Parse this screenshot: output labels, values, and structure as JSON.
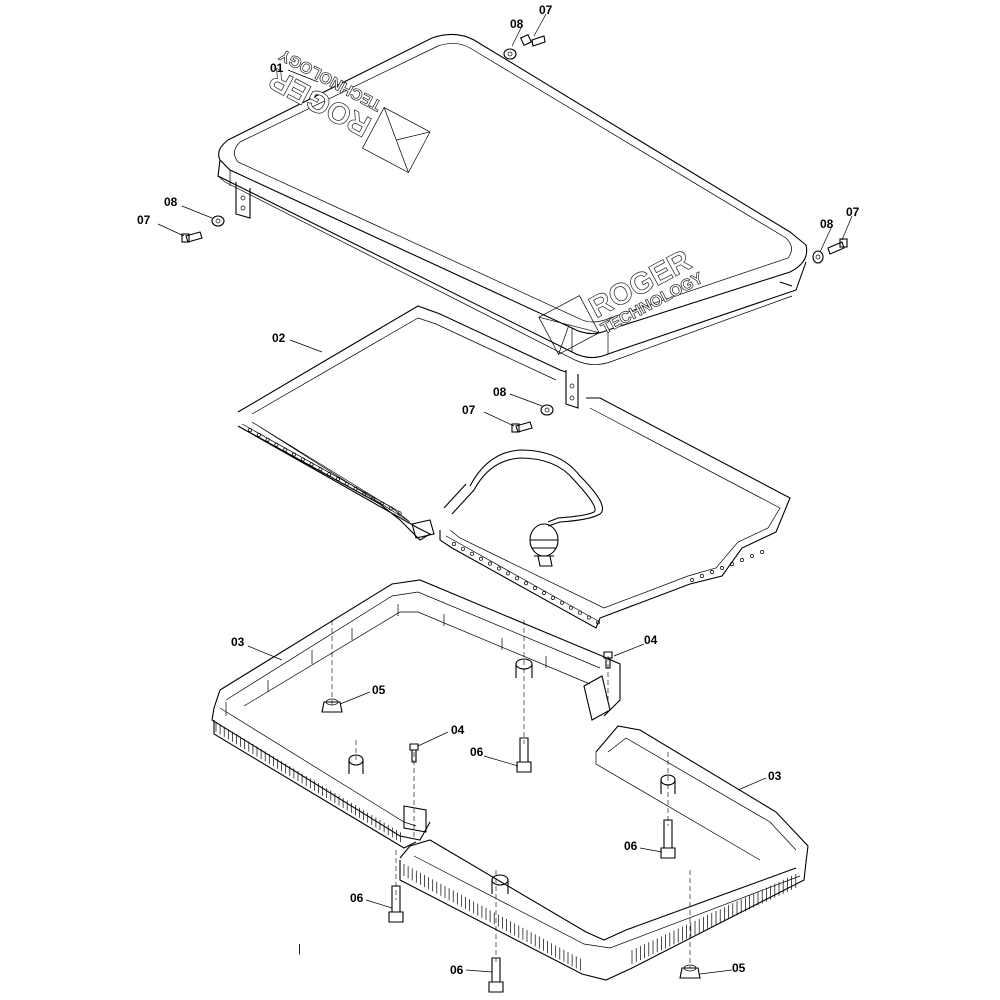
{
  "diagram": {
    "callouts": {
      "c01": "01",
      "c02": "02",
      "c03a": "03",
      "c03b": "03",
      "c04a": "04",
      "c04b": "04",
      "c05a": "05",
      "c05b": "05",
      "c06a": "06",
      "c06b": "06",
      "c06c": "06",
      "c06d": "06",
      "c07a": "07",
      "c07b": "07",
      "c07c": "07",
      "c07d": "07",
      "c08a": "08",
      "c08b": "08",
      "c08c": "08",
      "c08d": "08"
    },
    "logo_back": {
      "brand": "ROGER",
      "sub": "TECHNOLOGY"
    },
    "logo_front": {
      "brand": "ROGER",
      "sub": "TECHNOLOGY"
    },
    "footer_mark": "|"
  }
}
